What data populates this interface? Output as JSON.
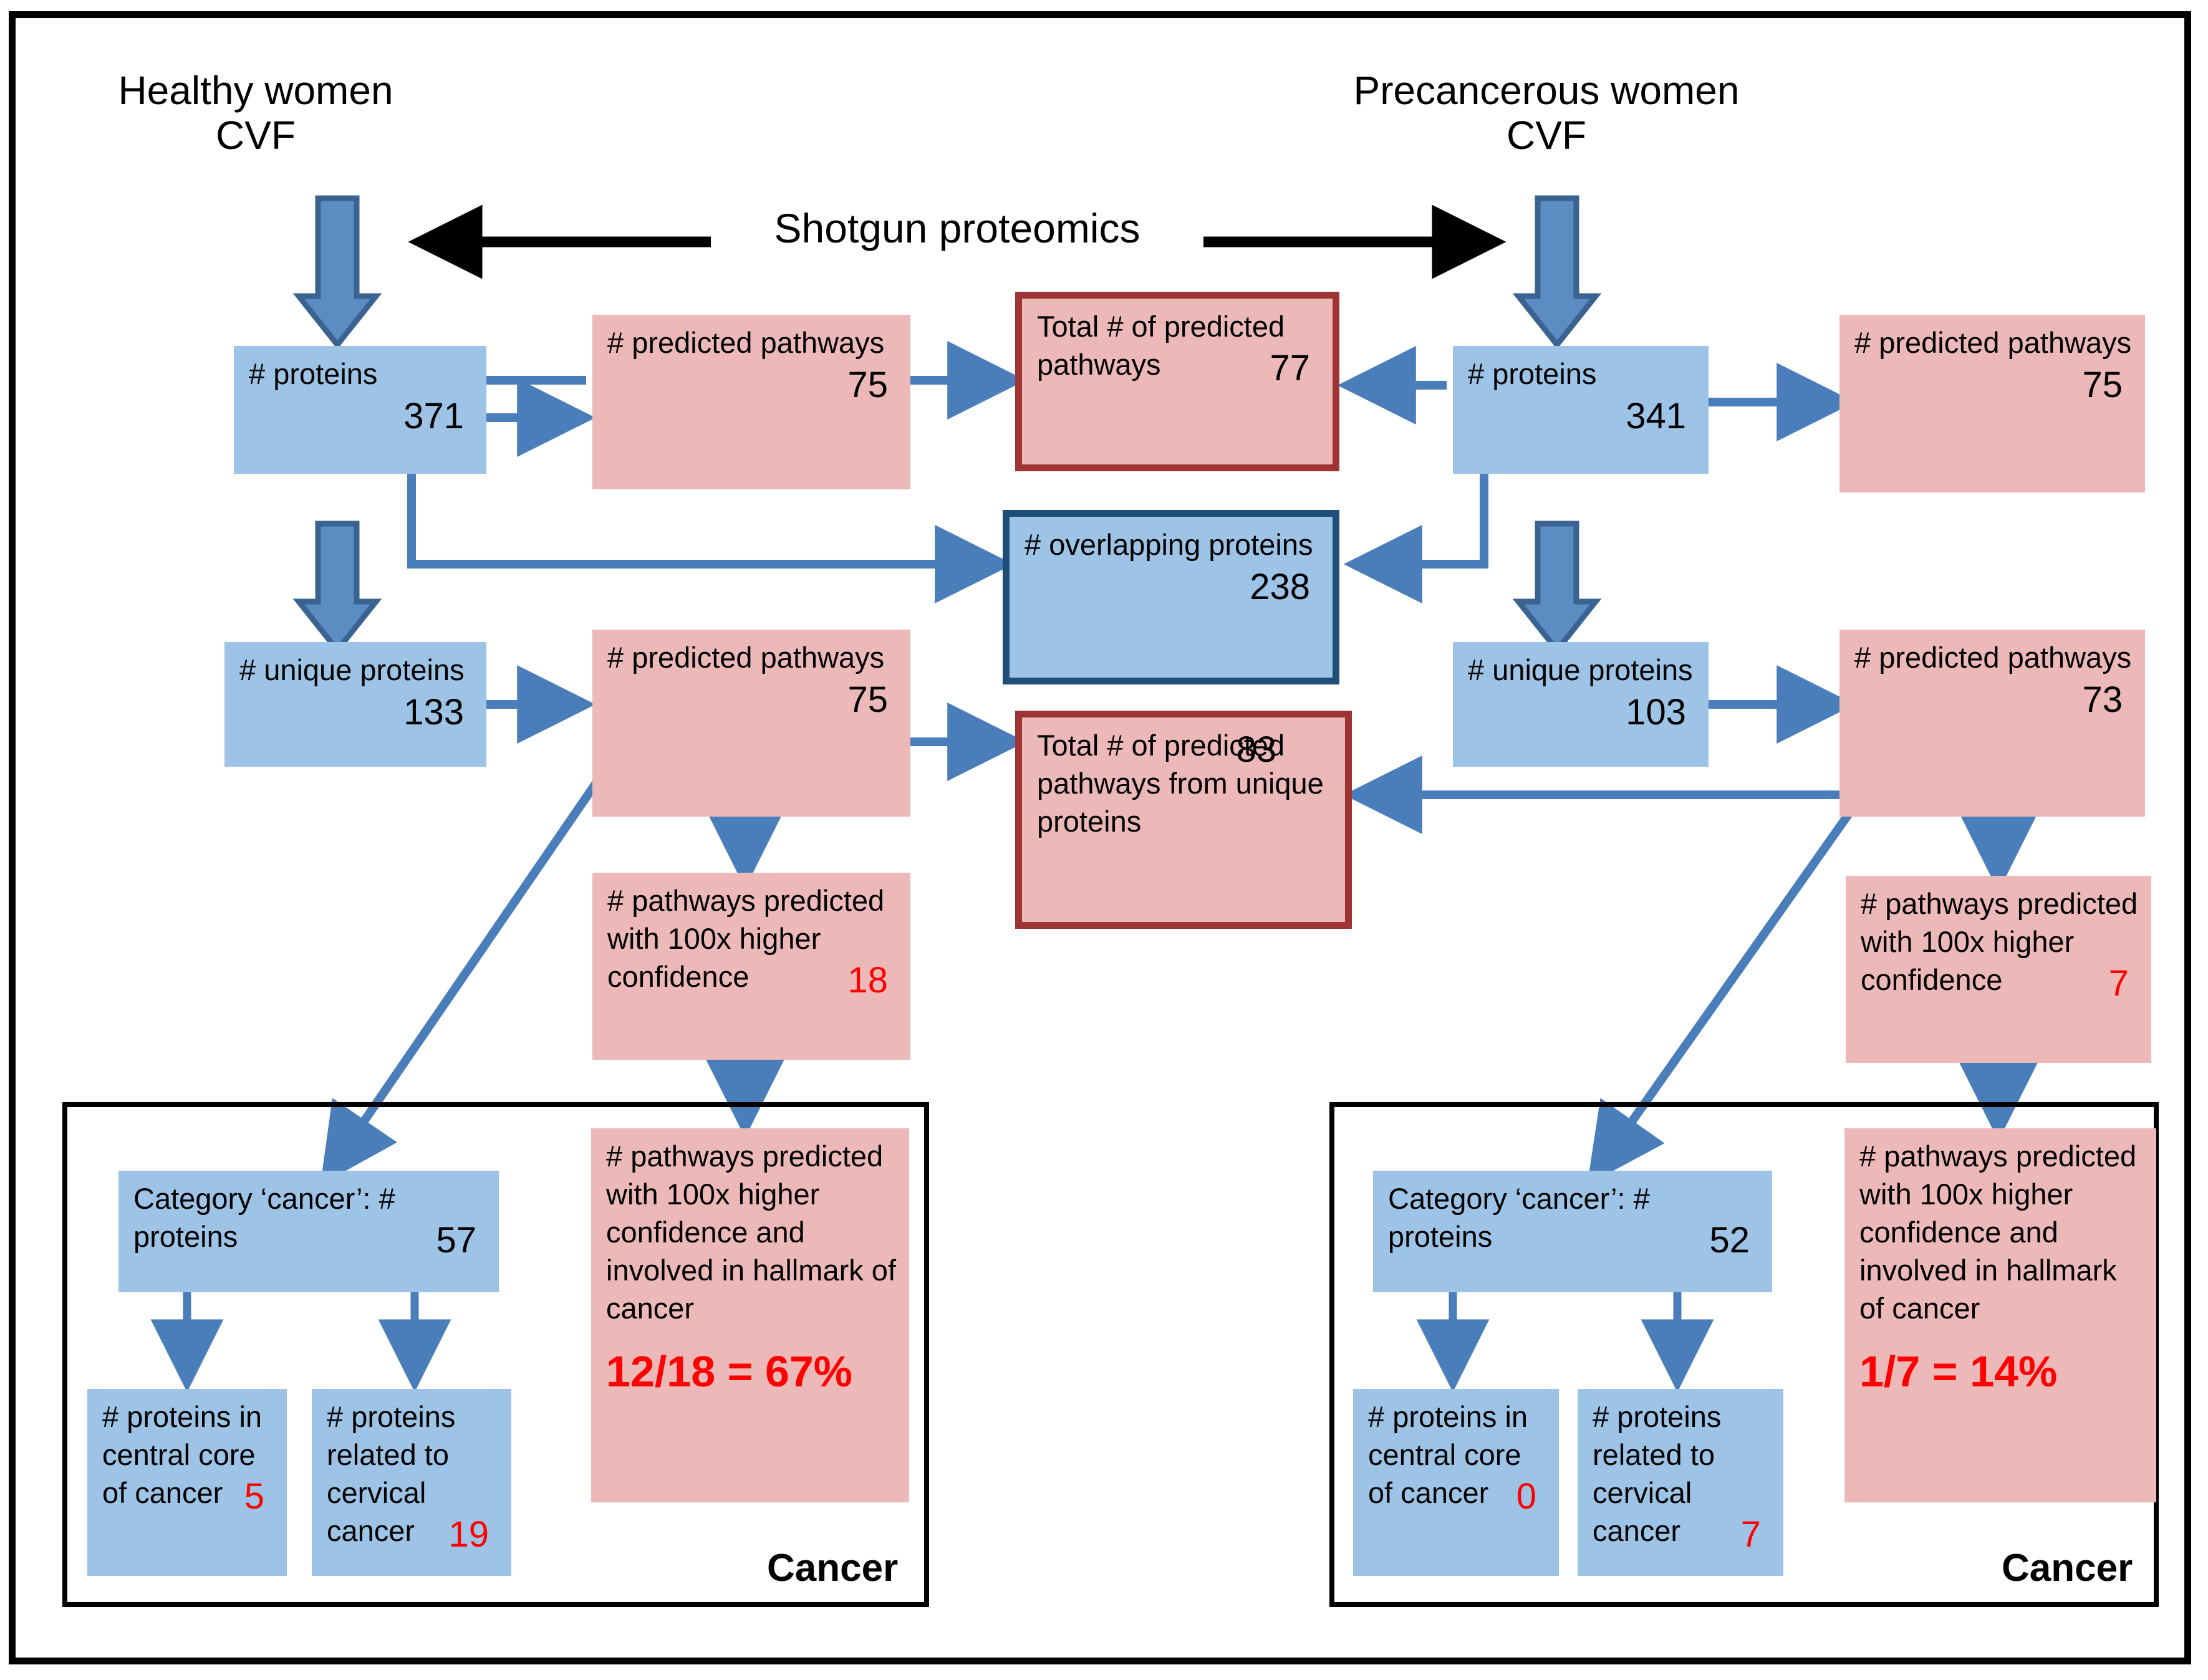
{
  "headers": {
    "left": "Healthy women\nCVF",
    "right": "Precancerous women\nCVF",
    "middle": "Shotgun proteomics"
  },
  "left_column": {
    "proteins": {
      "label": "# proteins",
      "value": "371"
    },
    "predicted_pathways": {
      "label": "# predicted\npathways",
      "value": "75"
    },
    "unique_proteins": {
      "label": "# unique\nproteins",
      "value": "133"
    },
    "unique_predicted_pathways": {
      "label": "# predicted\npathways",
      "value": "75"
    },
    "high_confidence": {
      "label": "#  pathways\npredicted with\n100x higher\nconfidence",
      "value": "18"
    },
    "category_cancer": {
      "label": "Category ‘cancer’:\n#  proteins",
      "value": "57"
    },
    "central_core": {
      "label": "#  proteins\nin central\ncore of\ncancer",
      "value": "5"
    },
    "cervical": {
      "label": "#  proteins\nrelated to\ncervical\ncancer",
      "value": "19"
    },
    "hallmark": {
      "label": "#  pathways\npredicted with\n100x higher\nconfidence and\ninvolved in\nhallmark of\ncancer",
      "value": "12/18 = 67%"
    },
    "group_caption": "Cancer"
  },
  "right_column": {
    "proteins": {
      "label": "# proteins",
      "value": "341"
    },
    "predicted_pathways": {
      "label": "# predicted\npathways",
      "value": "75"
    },
    "unique_proteins": {
      "label": "# unique\nproteins",
      "value": "103"
    },
    "unique_predicted_pathways": {
      "label": "# predicted\npathways",
      "value": "73"
    },
    "high_confidence": {
      "label": "#  pathways\npredicted with\n100x higher\nconfidence",
      "value": "7"
    },
    "category_cancer": {
      "label": "Category ‘cancer’:\n#  proteins",
      "value": "52"
    },
    "central_core": {
      "label": "#  proteins\nin central\ncore of\ncancer",
      "value": "0"
    },
    "cervical": {
      "label": "#  proteins\nrelated to\ncervical\ncancer",
      "value": "7"
    },
    "hallmark": {
      "label": "#  pathways\npredicted with\n100x higher\nconfidence and\ninvolved in\nhallmark of\ncancer",
      "value": "1/7 = 14%"
    },
    "group_caption": "Cancer"
  },
  "center_column": {
    "total_predicted_pathways": {
      "label": "Total # of\npredicted\npathways",
      "value": "77"
    },
    "overlapping_proteins": {
      "label": "# overlapping\nproteins",
      "value": "238"
    },
    "total_from_unique": {
      "label": "Total # of\npredicted\npathways from\nunique proteins",
      "value": "83"
    }
  },
  "colors": {
    "blue_fill": "#9dc3e6",
    "pink_fill": "#edb8b8",
    "blue_border": "#1f4e79",
    "red_border": "#9e3434",
    "connector_blue": "#4a7ebb",
    "highlight_red": "#ff0000",
    "frame_black": "#000000"
  }
}
